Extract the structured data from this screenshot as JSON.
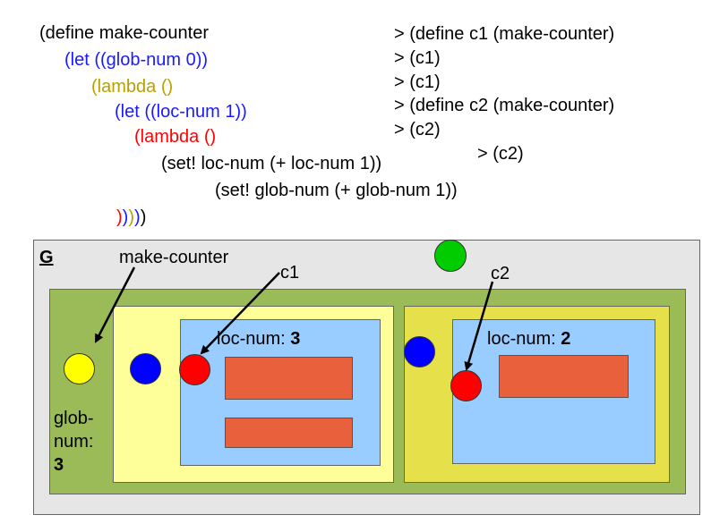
{
  "code": {
    "line1": "(define make-counter",
    "line2": "(let ((glob-num 0))",
    "line3": "(lambda ()",
    "line4": "(let ((loc-num 1))",
    "line5": "(lambda ()",
    "line6": "(set! loc-num (+ loc-num 1))",
    "line7": "(set! glob-num (+ glob-num 1))",
    "close_parens": [
      "(",
      ")",
      ")",
      ")",
      ")"
    ]
  },
  "repl": {
    "lines": [
      "> (define c1 (make-counter)",
      "> (c1)",
      "> (c1)",
      "> (define c2 (make-counter)",
      "> (c2)"
    ],
    "last": "> (c2)"
  },
  "env": {
    "global_label": "G",
    "make_counter_label": "make-counter",
    "c1_label": "c1",
    "c2_label": "c2",
    "glob_num_label": "glob-\nnum:",
    "glob_num_label_line1": "glob-",
    "glob_num_label_line2": "num:",
    "glob_num_value": "3",
    "c1_loc_num_label": "loc-num: ",
    "c1_loc_num_value": "3",
    "c2_loc_num_label": "loc-num: ",
    "c2_loc_num_value": "2"
  },
  "colors": {
    "global_frame": "#e6e6e6",
    "glob_frame": "#9bbb59",
    "make_counter_frame": "#ffff99",
    "c2_frame": "#e6e04a",
    "loc_frame": "#99ccff",
    "body_box": "#e8603c",
    "blue_dot": "#0000ff",
    "red_dot": "#ff0000",
    "yellow_dot": "#ffff00",
    "green_dot": "#00cc00"
  }
}
